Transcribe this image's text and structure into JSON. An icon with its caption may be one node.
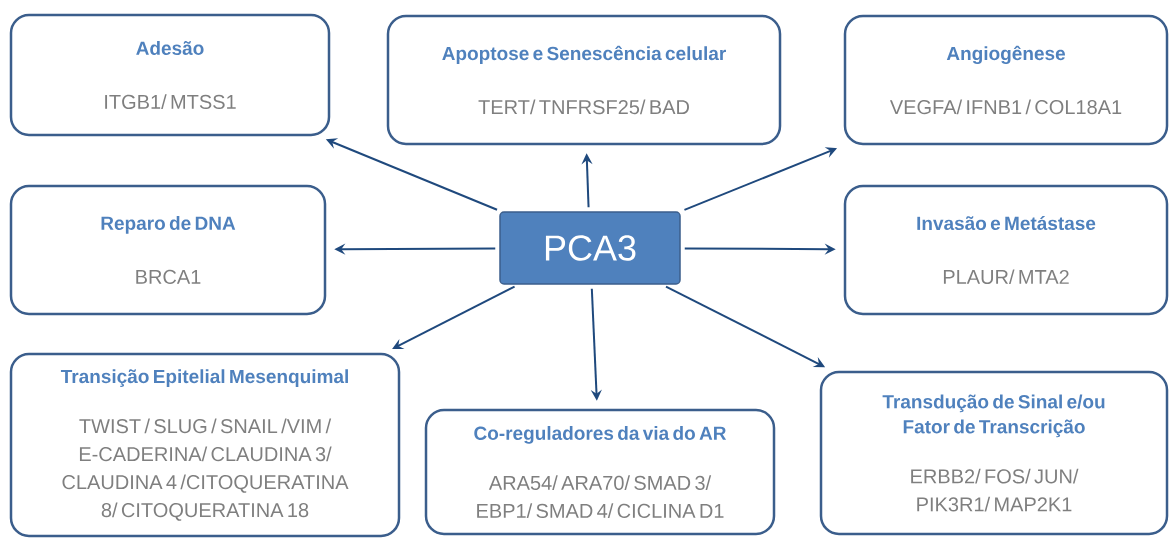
{
  "diagram": {
    "nodes": [
      {
        "text": [
          "Adesão",
          "ITGB1/  MTSS1"
        ]
      },
      {
        "text": [
          "Apoptose e Senescência celular",
          "TERT/ TNFRSF25/ BAD"
        ]
      },
      {
        "text": [
          "Angiogênese",
          "VEGFA/  IFNB1 / COL18A1"
        ]
      },
      {
        "text": [
          "Reparo de DNA",
          "BRCA1"
        ]
      },
      {
        "text": [
          "PCA3"
        ]
      },
      {
        "text": [
          "Invasão e Metástase",
          "PLAUR/ MTA2"
        ]
      },
      {
        "text": [
          "Transição Epitelial Mesenquimal",
          "TWIST / SLUG / SNAIL /VIM / E-CADERINA/ CLAUDINA 3/ CLAUDINA 4 /CITOQUERATINA 8/ CITOQUERATINA 18"
        ]
      },
      {
        "text": [
          "Co-reguladores da via do AR",
          "ARA54/ ARA70/ SMAD 3/ EBP1/ SMAD 4/ CICLINA D1"
        ]
      },
      {
        "text": [
          "Transdução de Sinal e/ou Fator de Transcrição",
          "ERBB2/ FOS/ JUN/ PIK3R1/ MAP2K1"
        ]
      }
    ],
    "edges": [
      {
        "from": 4,
        "to": 0,
        "arrow": "to"
      },
      {
        "from": 4,
        "to": 1,
        "arrow": "to"
      },
      {
        "from": 4,
        "to": 2,
        "arrow": "to"
      },
      {
        "from": 4,
        "to": 3,
        "arrow": "to"
      },
      {
        "from": 4,
        "to": 5,
        "arrow": "to"
      },
      {
        "from": 4,
        "to": 6,
        "arrow": "to"
      },
      {
        "from": 4,
        "to": 7,
        "arrow": "to"
      },
      {
        "from": 4,
        "to": 8,
        "arrow": "to"
      }
    ]
  }
}
